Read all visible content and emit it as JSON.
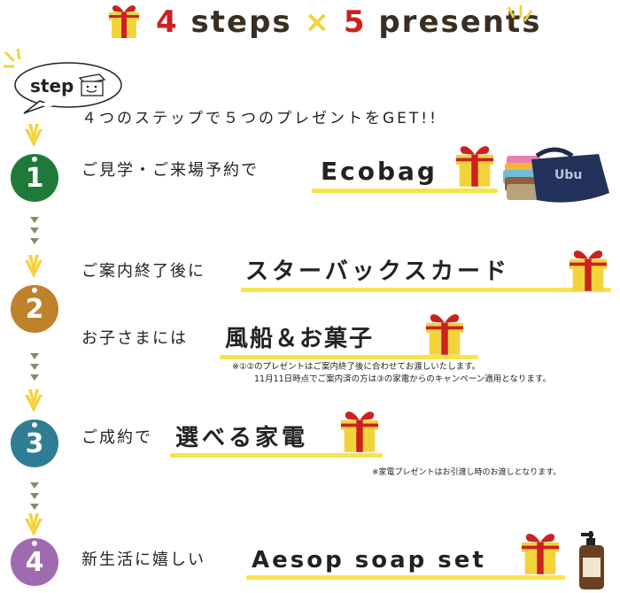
{
  "header": {
    "num1": "4",
    "word1": "steps",
    "times": "×",
    "num2": "5",
    "word2": "presents"
  },
  "step_bubble": {
    "label": "step"
  },
  "intro": {
    "text": "４つのステップで５つのプレゼントをGET!!"
  },
  "steps": [
    {
      "number": "1",
      "lead": "ご見学・ご来場予約で",
      "highlight": "Ecobag",
      "color": "#1f7a3a"
    },
    {
      "number": "2",
      "lead": "ご案内終了後に",
      "highlight": "スターバックスカード",
      "lead_b": "お子さまには",
      "highlight_b": "風船＆お菓子",
      "note1": "※①②のプレゼントはご案内終了後に合わせてお渡しいたします。",
      "note2": "11月11日時点でご案内済の方は③の家電からのキャンペーン適用となります。",
      "color": "#c0812b"
    },
    {
      "number": "3",
      "lead": "ご成約で",
      "highlight": "選べる家電",
      "note1": "※家電プレゼントはお引渡し時のお渡しとなります。",
      "color": "#2f7d95"
    },
    {
      "number": "4",
      "lead": "新生活に嬉しい",
      "highlight": "Aesop soap set",
      "color": "#a06ab0"
    }
  ],
  "colors": {
    "red": "#c9221f",
    "yellow": "#f7e34a",
    "gold": "#f2d33b",
    "dark": "#222222"
  }
}
